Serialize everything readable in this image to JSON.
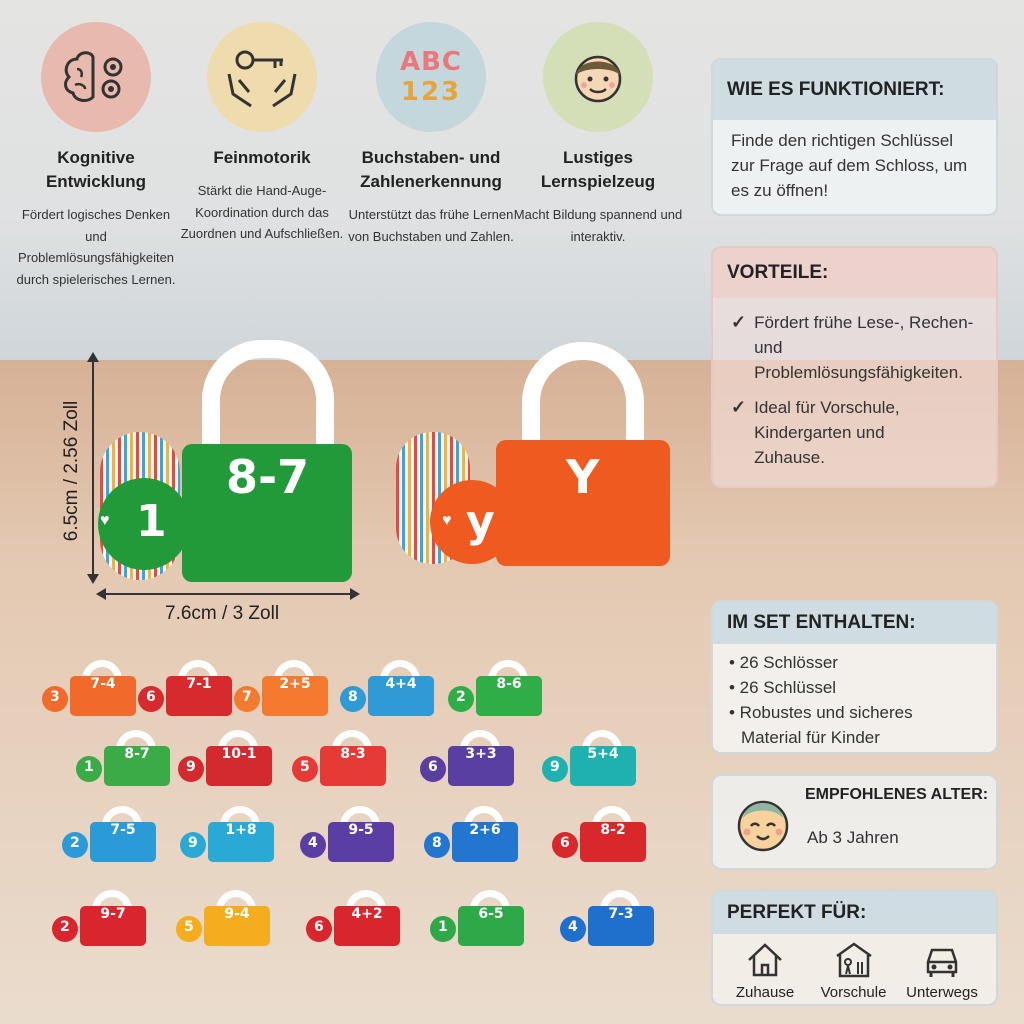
{
  "features": [
    {
      "icon": "brain-gears-icon",
      "title": "Kognitive Entwicklung",
      "desc": "Fördert logisches Denken und Problemlösungsfähigkeiten durch spielerisches Lernen.",
      "color": "#e8b9ad"
    },
    {
      "icon": "hands-key-icon",
      "title": "Feinmotorik",
      "desc": "Stärkt die Hand-Auge-Koordination durch das Zuordnen und Aufschließen.",
      "color": "#eedcae"
    },
    {
      "icon": "abc-123-icon",
      "title": "Buchstaben- und Zahlenerkennung",
      "desc": "Unterstützt das frühe Lernen von Buchstaben und Zahlen.",
      "color": "#c4d7dd"
    },
    {
      "icon": "smiling-child-icon",
      "title": "Lustiges Lernspielzeug",
      "desc": "Macht Bildung spannend und interaktiv.",
      "color": "#d4dfb8"
    }
  ],
  "abc_icon": {
    "letters": "ABC",
    "digits": "123"
  },
  "how_it_works": {
    "title": "WIE ES FUNKTIONIERT:",
    "text": "Finde den richtigen Schlüssel zur Frage auf dem Schloss, um es zu öffnen!"
  },
  "advantages": {
    "title": "VORTEILE:",
    "items": [
      "Fördert frühe Lese-, Rechen- und Problemlösungsfähigkeiten.",
      "Ideal für Vorschule, Kindergarten und Zuhause."
    ]
  },
  "in_set": {
    "title": "IM SET ENTHALTEN:",
    "items": [
      "• 26 Schlösser",
      "• 26 Schlüssel",
      "• Robustes und sicheres",
      "Material für Kinder"
    ]
  },
  "age": {
    "title": "EMPFOHLENES ALTER:",
    "value": "Ab 3 Jahren",
    "icon": "baby-face-icon"
  },
  "perfect_for": {
    "title": "PERFEKT FÜR:",
    "items": [
      {
        "label": "Zuhause",
        "icon": "house-icon"
      },
      {
        "label": "Vorschule",
        "icon": "school-icon"
      },
      {
        "label": "Unterwegs",
        "icon": "car-icon"
      }
    ]
  },
  "product": {
    "green_lock": {
      "equation": "8-7",
      "key": "1",
      "color": "#239a3a"
    },
    "orange_lock": {
      "equation": "Y",
      "key": "y",
      "color": "#ee5a1f"
    },
    "height_label": "6.5cm / 2.56 Zoll",
    "width_label": "7.6cm / 3 Zoll"
  },
  "mini_locks": [
    {
      "eq": "7-4",
      "key": "3",
      "color": "#f26a2b"
    },
    {
      "eq": "7-1",
      "key": "6",
      "color": "#d62a2e"
    },
    {
      "eq": "2+5",
      "key": "7",
      "color": "#f47a30"
    },
    {
      "eq": "4+4",
      "key": "8",
      "color": "#2e9bd6"
    },
    {
      "eq": "8-6",
      "key": "2",
      "color": "#2fae48"
    },
    {
      "eq": "8-7",
      "key": "1",
      "color": "#3aab47"
    },
    {
      "eq": "10-1",
      "key": "9",
      "color": "#d22a2e"
    },
    {
      "eq": "8-3",
      "key": "5",
      "color": "#e53a36"
    },
    {
      "eq": "3+3",
      "key": "6",
      "color": "#5a3fa2"
    },
    {
      "eq": "5+4",
      "key": "9",
      "color": "#1fb1b0"
    },
    {
      "eq": "7-5",
      "key": "2",
      "color": "#2b9bd8"
    },
    {
      "eq": "1+8",
      "key": "9",
      "color": "#2aa9d4"
    },
    {
      "eq": "9-5",
      "key": "4",
      "color": "#5b3ea3"
    },
    {
      "eq": "2+6",
      "key": "8",
      "color": "#2276cf"
    },
    {
      "eq": "8-2",
      "key": "6",
      "color": "#d9282b"
    },
    {
      "eq": "9-7",
      "key": "2",
      "color": "#d9262e"
    },
    {
      "eq": "9-4",
      "key": "5",
      "color": "#f5ad1f"
    },
    {
      "eq": "4+2",
      "key": "6",
      "color": "#d9262e"
    },
    {
      "eq": "6-5",
      "key": "1",
      "color": "#2ea848"
    },
    {
      "eq": "7-3",
      "key": "4",
      "color": "#1f6fcc"
    }
  ]
}
